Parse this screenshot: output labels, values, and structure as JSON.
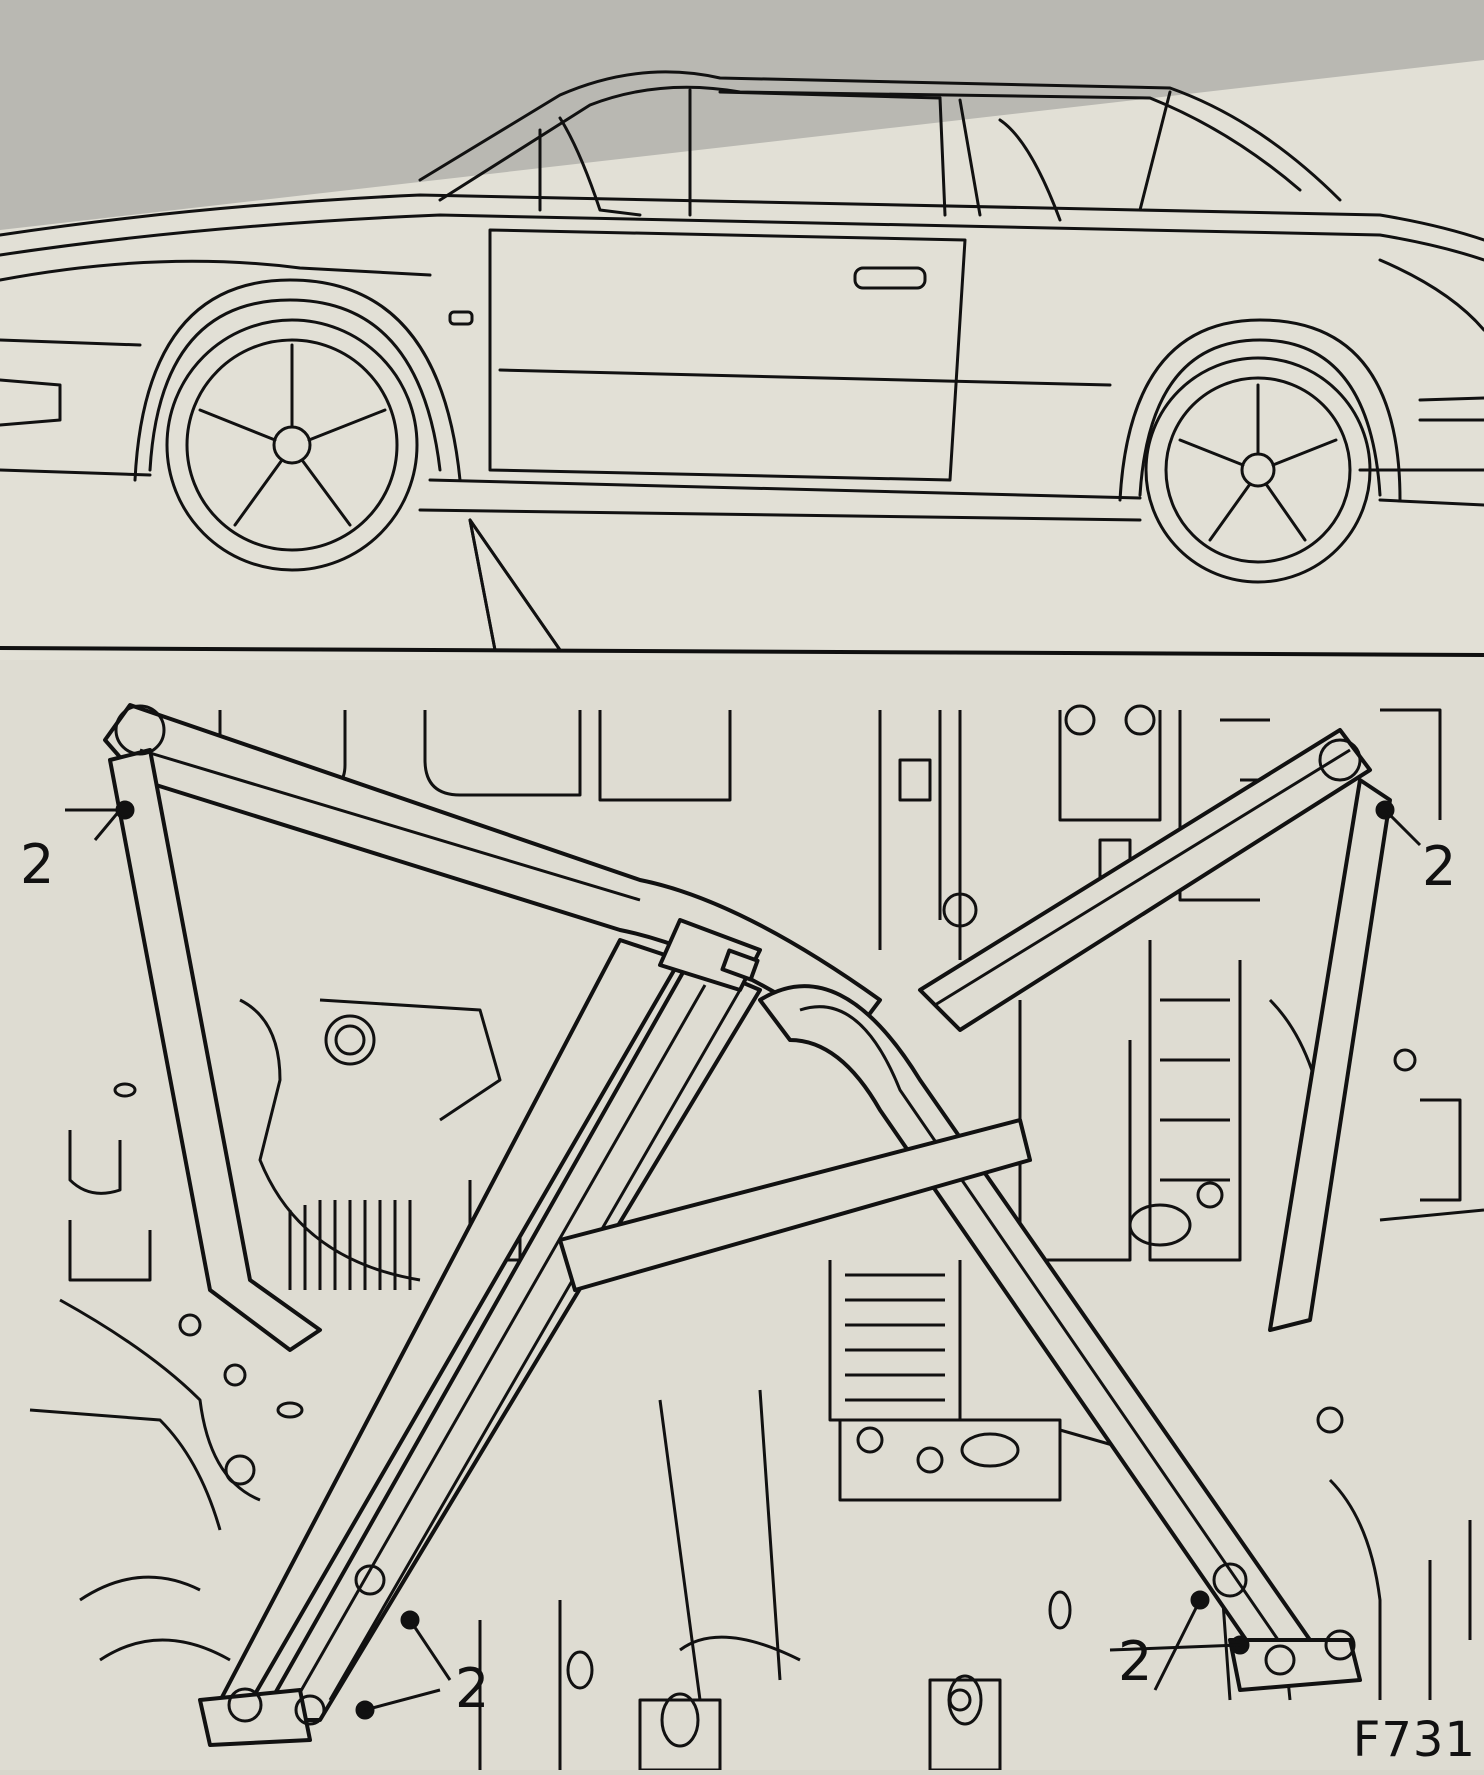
{
  "diagram": {
    "callouts": [
      "2",
      "2",
      "2",
      "2"
    ],
    "figure_code": "F731"
  },
  "colors": {
    "line": "#111111",
    "paper": "#e2e0d6",
    "paper_lower": "#dedcd2",
    "monitor_bezel": "#bdbcb6"
  }
}
